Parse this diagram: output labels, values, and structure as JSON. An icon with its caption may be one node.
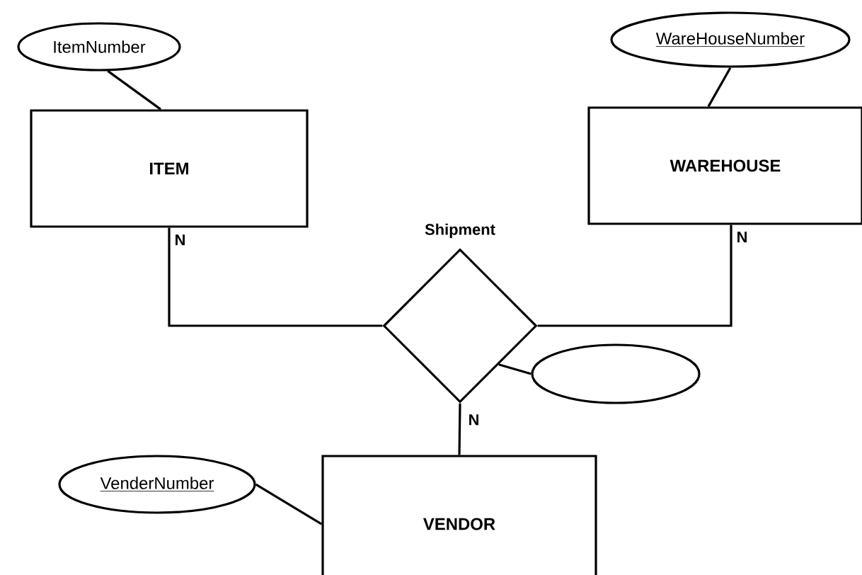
{
  "diagram": {
    "nodes": [
      {
        "text": [
          "ItemNumber"
        ]
      },
      {
        "text": [
          "ITEM"
        ]
      },
      {
        "text": [
          "WareHouseNumber"
        ]
      },
      {
        "text": [
          "WAREHOUSE"
        ]
      },
      {
        "text": [
          "Shipment"
        ]
      },
      {
        "text": [],
        "shape": "ellipse"
      },
      {
        "text": [
          "VenderNumber"
        ]
      },
      {
        "text": [
          "VENDOR"
        ]
      }
    ],
    "edges": [
      {
        "from": 0,
        "to": 1,
        "arrow": "none"
      },
      {
        "from": 2,
        "to": 3,
        "arrow": "none"
      },
      {
        "from": 1,
        "to": 4,
        "arrow": "none",
        "label": "N"
      },
      {
        "from": 3,
        "to": 4,
        "arrow": "none",
        "label": "N"
      },
      {
        "from": 4,
        "to": 7,
        "arrow": "none",
        "label": "N"
      },
      {
        "from": 4,
        "to": 5,
        "arrow": "none"
      },
      {
        "from": 6,
        "to": 7,
        "arrow": "none"
      }
    ]
  }
}
